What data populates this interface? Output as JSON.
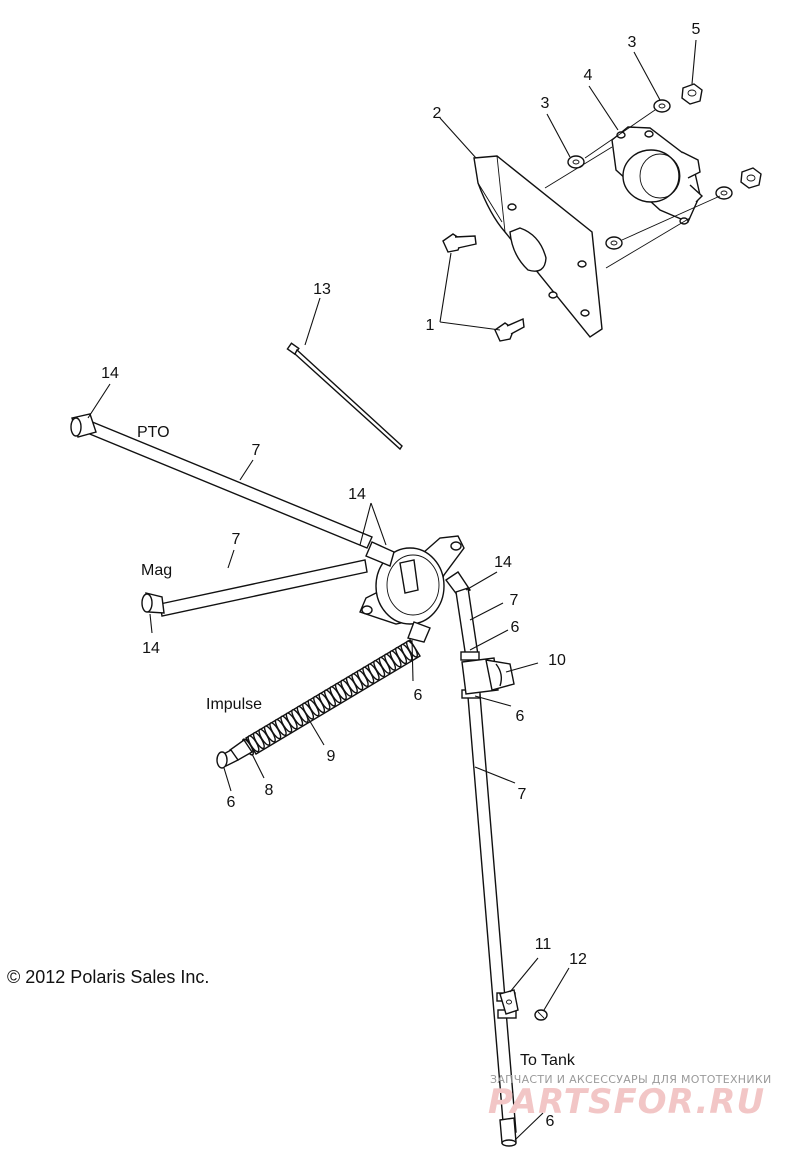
{
  "copyright": "© 2012 Polaris Sales Inc.",
  "labels": {
    "pto": "PTO",
    "mag": "Mag",
    "impulse": "Impulse",
    "to_tank": "To Tank"
  },
  "callouts": {
    "c1": "1",
    "c2": "2",
    "c3a": "3",
    "c3b": "3",
    "c4": "4",
    "c5": "5",
    "c6a": "6",
    "c6b": "6",
    "c6c": "6",
    "c6d": "6",
    "c6e": "6",
    "c7a": "7",
    "c7b": "7",
    "c7c": "7",
    "c7d": "7",
    "c8": "8",
    "c9": "9",
    "c10": "10",
    "c11": "11",
    "c12": "12",
    "c13": "13",
    "c14a": "14",
    "c14b": "14",
    "c14c": "14",
    "c14d": "14"
  },
  "watermark": {
    "tagline": "ЗАПЧАСТИ И АКСЕССУАРЫ ДЛЯ МОТОТЕХНИКИ",
    "brand": "PARTSFOR.RU"
  }
}
